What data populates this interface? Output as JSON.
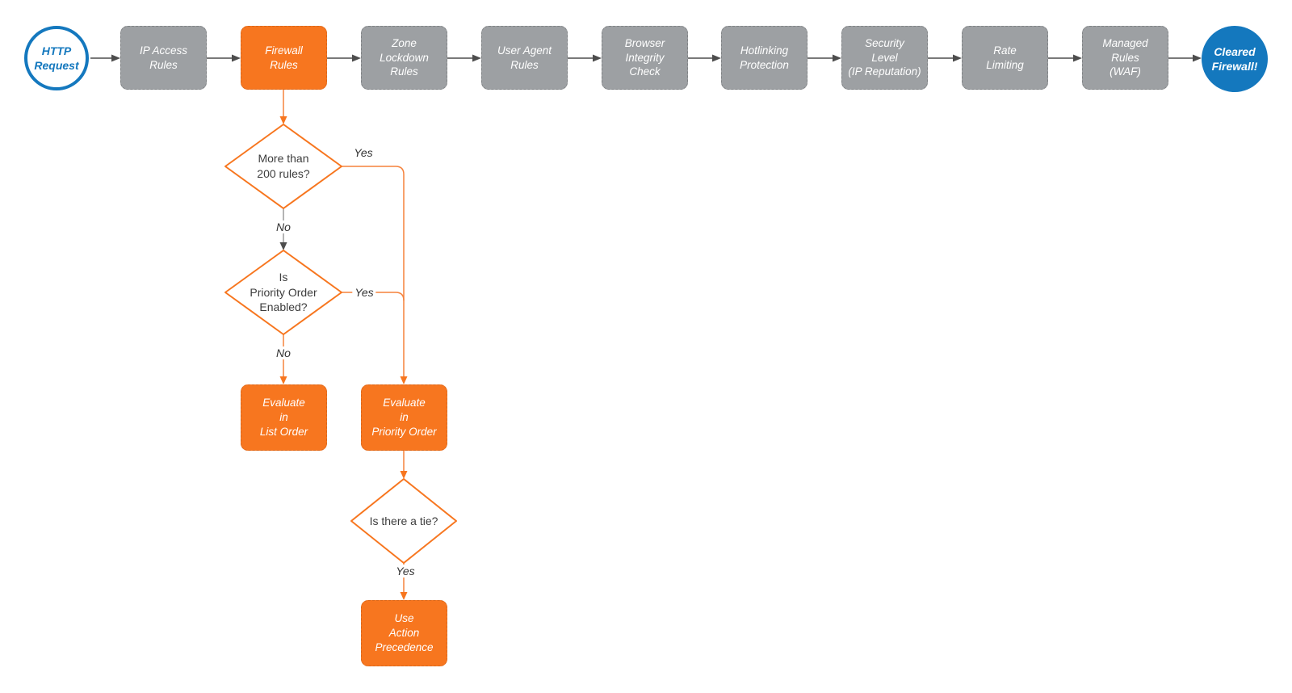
{
  "background": "#FFFFFF",
  "colors": {
    "accent_orange": "#F7761F",
    "connector_orange": "#F5823C",
    "node_gray": "#9DA0A3",
    "accent_blue": "#1478BE",
    "connector_dark": "#4D4D4D",
    "connector_light_gray": "#9A9A9A",
    "diamond_text": "#3D3D3D",
    "edge_label_text": "#333333"
  },
  "flow": {
    "start": {
      "label": "HTTP\nRequest"
    },
    "end": {
      "label": "Cleared\nFirewall!"
    },
    "stages": [
      {
        "label": "IP Access\nRules",
        "highlight": false
      },
      {
        "label": "Firewall\nRules",
        "highlight": true
      },
      {
        "label": "Zone\nLockdown\nRules",
        "highlight": false
      },
      {
        "label": "User Agent\nRules",
        "highlight": false
      },
      {
        "label": "Browser\nIntegrity\nCheck",
        "highlight": false
      },
      {
        "label": "Hotlinking\nProtection",
        "highlight": false
      },
      {
        "label": "Security\nLevel\n(IP Reputation)",
        "highlight": false
      },
      {
        "label": "Rate\nLimiting",
        "highlight": false
      },
      {
        "label": "Managed\nRules\n(WAF)",
        "highlight": false
      }
    ]
  },
  "tree": {
    "d1": {
      "label": "More than\n200 rules?"
    },
    "d2": {
      "label": "Is\nPriority Order\nEnabled?"
    },
    "d3": {
      "label": "Is there a tie?"
    },
    "evaluate_list": {
      "label": "Evaluate\nin\nList Order"
    },
    "evaluate_priority": {
      "label": "Evaluate\nin\nPriority Order"
    },
    "use_action": {
      "label": "Use\nAction\nPrecedence"
    },
    "edges": {
      "d1_yes": "Yes",
      "d1_no": "No",
      "d2_yes": "Yes",
      "d2_no": "No",
      "d3_yes": "Yes"
    }
  }
}
